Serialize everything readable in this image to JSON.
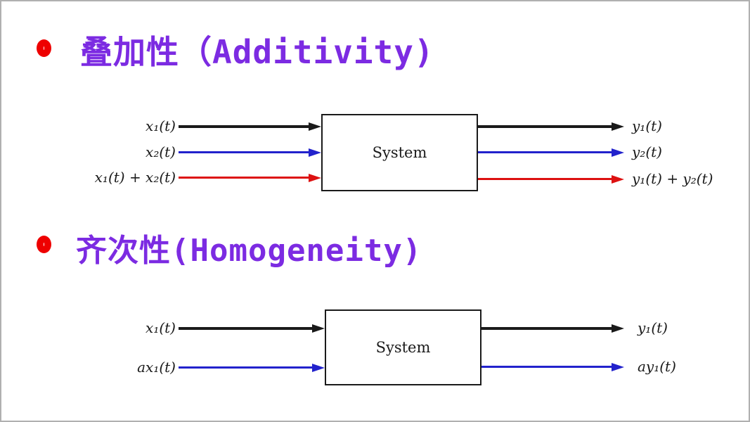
{
  "slide": {
    "background": "#ffffff",
    "border_color": "#b0b0b0"
  },
  "colors": {
    "title_purple": "#7c2be2",
    "bullet_red": "#ee0000",
    "line_black": "#1a1a1a",
    "line_blue": "#2222cc",
    "line_red": "#dd1111"
  },
  "sections": [
    {
      "title": "叠加性（Additivity)",
      "diagram": {
        "box_label": "System",
        "inputs": [
          {
            "label": "x₁(t)",
            "color": "black"
          },
          {
            "label": "x₂(t)",
            "color": "blue"
          },
          {
            "label": "x₁(t) + x₂(t)",
            "color": "red"
          }
        ],
        "outputs": [
          {
            "label": "y₁(t)",
            "color": "black"
          },
          {
            "label": "y₂(t)",
            "color": "blue"
          },
          {
            "label": "y₁(t) + y₂(t)",
            "color": "red"
          }
        ]
      }
    },
    {
      "title": "齐次性(Homogeneity)",
      "diagram": {
        "box_label": "System",
        "inputs": [
          {
            "label": "x₁(t)",
            "color": "black"
          },
          {
            "label": "ax₁(t)",
            "color": "blue"
          }
        ],
        "outputs": [
          {
            "label": "y₁(t)",
            "color": "black"
          },
          {
            "label": "ay₁(t)",
            "color": "blue"
          }
        ]
      }
    }
  ]
}
